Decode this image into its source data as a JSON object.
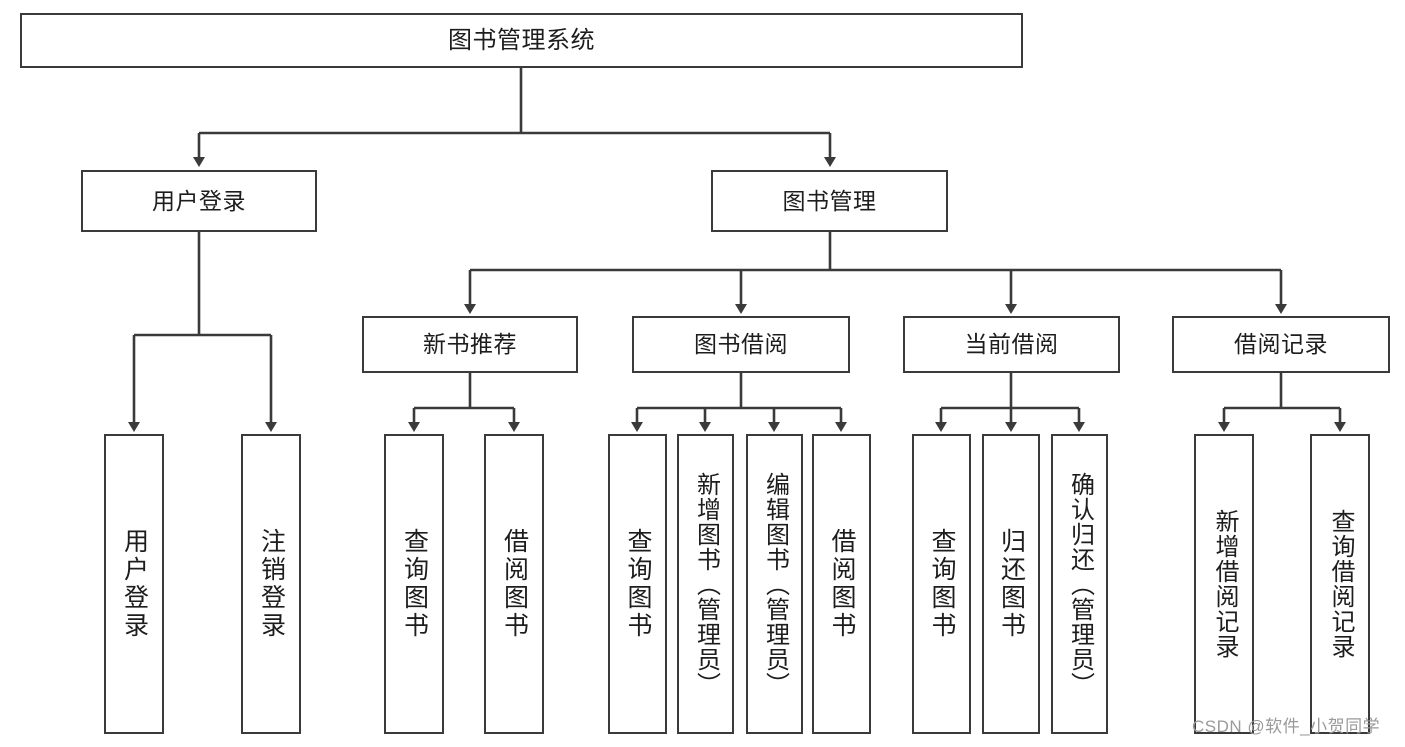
{
  "diagram": {
    "type": "tree-hierarchy",
    "title": "图书管理系统",
    "watermark": "CSDN @软件_小贺同学",
    "colors": {
      "stroke": "#3a3a3a",
      "fill": "#ffffff",
      "text": "#1d1d1d",
      "watermark": "#9a9a9a"
    },
    "nodes": {
      "root": {
        "label": "图书管理系统"
      },
      "level2": [
        {
          "label": "用户登录"
        },
        {
          "label": "图书管理"
        }
      ],
      "level3": [
        {
          "label": "新书推荐"
        },
        {
          "label": "图书借阅"
        },
        {
          "label": "当前借阅"
        },
        {
          "label": "借阅记录"
        }
      ],
      "leaves_user_login": [
        {
          "label": "用户登录"
        },
        {
          "label": "注销登录"
        }
      ],
      "leaves_new_book": [
        {
          "label": "查询图书"
        },
        {
          "label": "借阅图书"
        }
      ],
      "leaves_borrow": [
        {
          "label": "查询图书"
        },
        {
          "label": "新增图书（管理员）"
        },
        {
          "label": "编辑图书（管理员）"
        },
        {
          "label": "借阅图书"
        }
      ],
      "leaves_current": [
        {
          "label": "查询图书"
        },
        {
          "label": "归还图书"
        },
        {
          "label": "确认归还（管理员）"
        }
      ],
      "leaves_records": [
        {
          "label": "新增借阅记录"
        },
        {
          "label": "查询借阅记录"
        }
      ]
    }
  }
}
